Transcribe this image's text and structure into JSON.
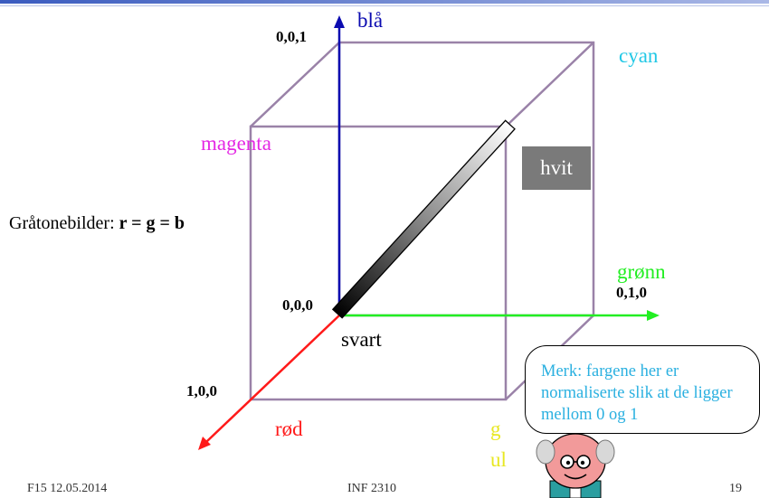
{
  "labels": {
    "bla": "blå",
    "cyan": "cyan",
    "magenta": "magenta",
    "hvit": "hvit",
    "gronn": "grønn",
    "svart": "svart",
    "rod": "rød",
    "gul_1": "g",
    "gul_2": "ul"
  },
  "coordinates": {
    "blue_axis": "0,0,1",
    "origin": "0,0,0",
    "green_axis": "0,1,0",
    "red_axis": "1,0,0"
  },
  "grayscale": {
    "prefix": "Gråtonebilder: ",
    "formula": "r = g = b"
  },
  "note": {
    "text": "Merk: fargene her er normaliserte slik at de ligger mellom 0 og 1"
  },
  "footer": {
    "date": "F15 12.05.2014",
    "course": "INF 2310",
    "page": "19"
  },
  "colors": {
    "cube_edges": "#9a82a8",
    "blue_axis": "#0b0bb0",
    "green_axis": "#22ee22",
    "red_axis": "#ff1a1a",
    "cyan": "#22c8e6",
    "magenta": "#e428e4",
    "yellow": "#e8e822",
    "note_text": "#2ab0e0",
    "hvit_box": "#7a7a7a"
  }
}
